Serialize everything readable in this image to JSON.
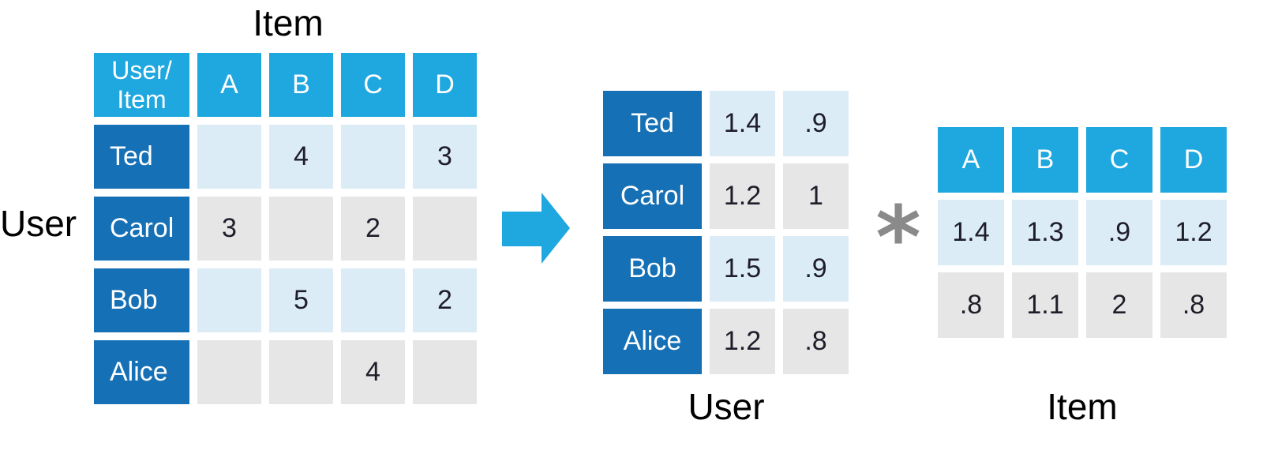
{
  "ratings_matrix": {
    "column_axis_label": "Item",
    "row_axis_label": "User",
    "corner_label_line1": "User/",
    "corner_label_line2": "Item",
    "columns": [
      "A",
      "B",
      "C",
      "D"
    ],
    "rows": [
      {
        "name": "Ted",
        "values": [
          "",
          "4",
          "",
          "3"
        ]
      },
      {
        "name": "Carol",
        "values": [
          "3",
          "",
          "2",
          ""
        ]
      },
      {
        "name": "Bob",
        "values": [
          "",
          "5",
          "",
          "2"
        ]
      },
      {
        "name": "Alice",
        "values": [
          "",
          "",
          "4",
          ""
        ]
      }
    ]
  },
  "user_matrix": {
    "label": "User",
    "rows": [
      {
        "name": "Ted",
        "values": [
          "1.4",
          ".9"
        ]
      },
      {
        "name": "Carol",
        "values": [
          "1.2",
          "1"
        ]
      },
      {
        "name": "Bob",
        "values": [
          "1.5",
          ".9"
        ]
      },
      {
        "name": "Alice",
        "values": [
          "1.2",
          ".8"
        ]
      }
    ]
  },
  "operator_symbol": "*",
  "item_matrix": {
    "label": "Item",
    "columns": [
      "A",
      "B",
      "C",
      "D"
    ],
    "rows": [
      [
        "1.4",
        "1.3",
        ".9",
        "1.2"
      ],
      [
        ".8",
        "1.1",
        "2",
        ".8"
      ]
    ]
  },
  "colors": {
    "header_blue": "#1fa7df",
    "row_header_blue": "#1670b5",
    "light_cell": "#dcecf7",
    "gray_cell": "#e6e6e6",
    "asterisk_gray": "#8a8a8a"
  }
}
